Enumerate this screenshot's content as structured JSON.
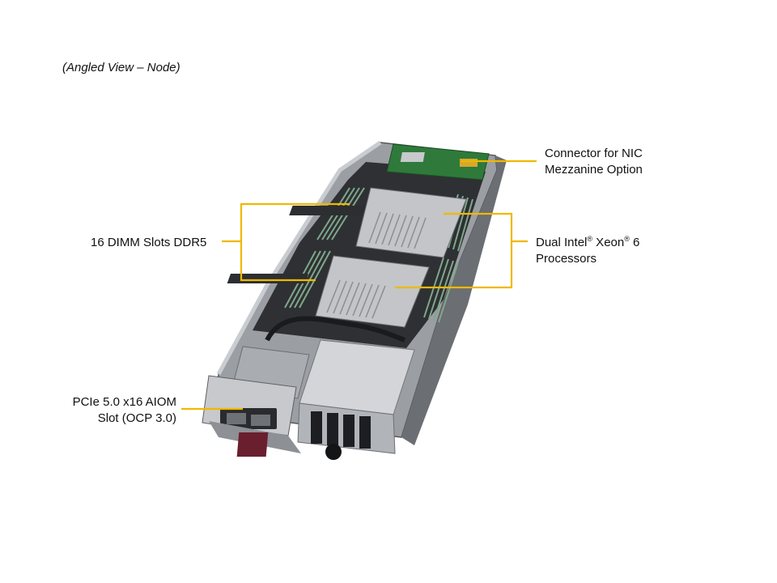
{
  "caption": "(Angled View – Node)",
  "labels": {
    "nic": {
      "line1": "Connector for NIC",
      "line2": "Mezzanine Option"
    },
    "dimm": {
      "text": "16 DIMM Slots DDR5"
    },
    "cpu": {
      "line1_a": "Dual Intel",
      "reg1": "®",
      "line1_b": " Xeon",
      "reg2": "®",
      "line1_c": " 6",
      "line2": "Processors"
    },
    "aiom": {
      "line1": "PCIe 5.0 x16 AIOM",
      "line2": "Slot (OCP 3.0)"
    }
  },
  "colors": {
    "callout": "#f0b800",
    "chassis": "#8c8f94",
    "chassis_dark": "#3a3c40",
    "board_green": "#2f7a3a",
    "heatsink": "#b7b9bc"
  }
}
